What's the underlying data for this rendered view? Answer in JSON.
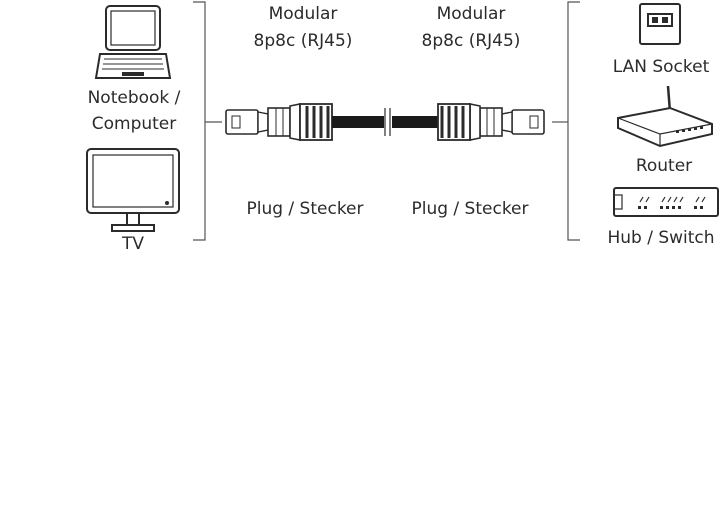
{
  "left_devices": {
    "notebook_line1": "Notebook /",
    "notebook_line2": "Computer",
    "tv": "TV"
  },
  "connectors": {
    "left_title_line1": "Modular",
    "left_title_line2": "8p8c (RJ45)",
    "right_title_line1": "Modular",
    "right_title_line2": "8p8c (RJ45)",
    "left_plug": "Plug / Stecker",
    "right_plug": "Plug / Stecker"
  },
  "right_devices": {
    "lan_socket": "LAN Socket",
    "router": "Router",
    "hub_switch": "Hub / Switch"
  }
}
